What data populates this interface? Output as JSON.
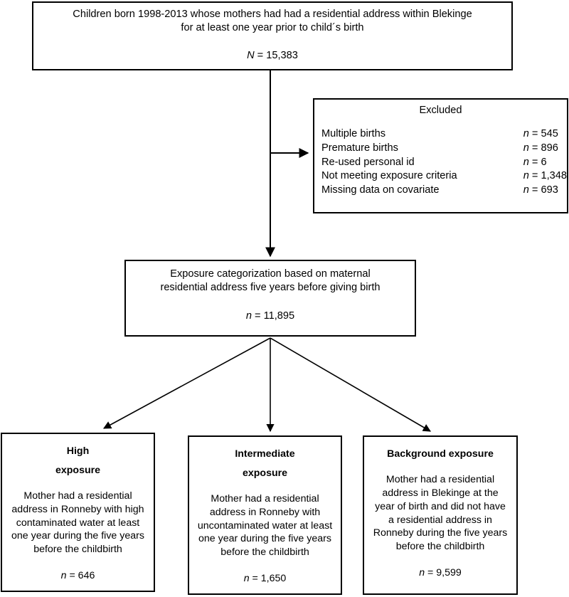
{
  "figure": {
    "type": "flowchart",
    "kind": "study-participant-flow-diagram"
  },
  "source_box": {
    "line1": "Children born 1998-2013 whose mothers had had a residential address within Blekinge",
    "line2": "for at least one year prior to child´s birth",
    "count_symbol": "N",
    "count_text": " = 15,383"
  },
  "excluded_box": {
    "title": "Excluded",
    "rows": [
      {
        "label": "Multiple births",
        "symbol": "n",
        "value": " = 545"
      },
      {
        "label": "Premature births",
        "symbol": "n",
        "value": " = 896"
      },
      {
        "label": "Re-used personal id",
        "symbol": "n",
        "value": " = 6"
      },
      {
        "label": "Not meeting exposure criteria",
        "symbol": "n",
        "value": " = 1,348"
      },
      {
        "label": "Missing data on covariate",
        "symbol": "n",
        "value": " = 693"
      }
    ]
  },
  "exposure_box": {
    "line1": "Exposure categorization based on maternal",
    "line2": "residential address five years before giving birth",
    "count_symbol": "n",
    "count_text": " = 11,895"
  },
  "groups": [
    {
      "heading_line1": "High",
      "heading_line2": "exposure",
      "description": "Mother had a residential address in Ronneby with high contaminated water at least one year during the five years before the childbirth",
      "count_symbol": "n",
      "count_text": " = 646"
    },
    {
      "heading_line1": "Intermediate",
      "heading_line2": "exposure",
      "description": "Mother had a residential address in Ronneby with uncontaminated water at least one year during the five years before the childbirth",
      "count_symbol": "n",
      "count_text": " = 1,650"
    },
    {
      "heading_line1": "Background exposure",
      "heading_line2": "",
      "description": "Mother had a residential address in Blekinge at the year of birth and did not have a residential address in Ronneby during the five years before the childbirth",
      "count_symbol": "n",
      "count_text": " = 9,599"
    }
  ],
  "colors": {
    "line": "#000000",
    "box_border": "#000000",
    "background": "#ffffff",
    "text": "#000000"
  }
}
